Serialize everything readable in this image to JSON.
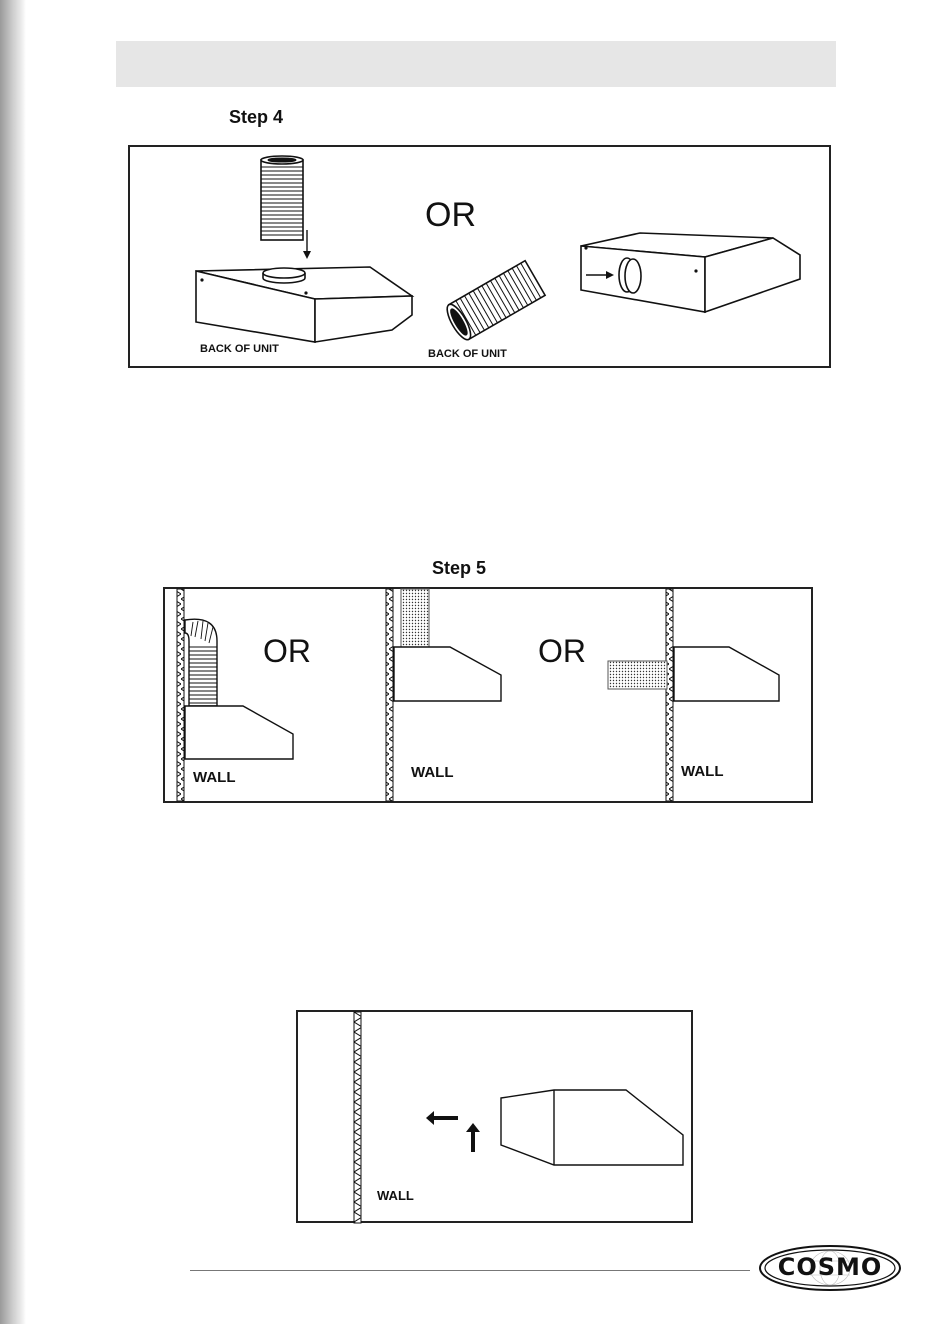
{
  "step4": {
    "title": "Step 4",
    "or_label": "OR",
    "back_label_left": "BACK OF UNIT",
    "back_label_right": "BACK OF UNIT"
  },
  "step5": {
    "title": "Step 5",
    "or_label_1": "OR",
    "or_label_2": "OR",
    "wall_1": "WALL",
    "wall_2": "WALL",
    "wall_3": "WALL"
  },
  "step6": {
    "wall": "WALL"
  },
  "footer": {
    "logo_text": "COSMO"
  }
}
